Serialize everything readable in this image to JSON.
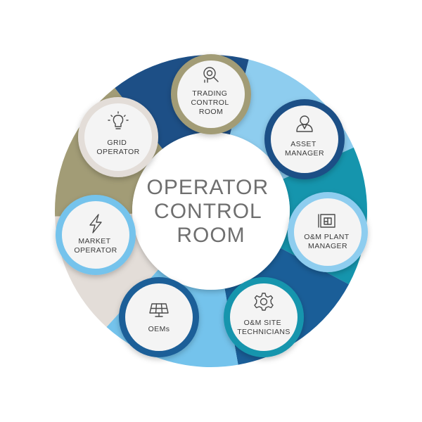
{
  "center": {
    "lines": [
      "OPERATOR",
      "CONTROL",
      "ROOM"
    ]
  },
  "nodes": [
    {
      "id": "trading-control-room",
      "icon": "dashboard-magnifier-icon",
      "lines": [
        "TRADING",
        "CONTROL",
        "ROOM"
      ],
      "color": "#a29c76"
    },
    {
      "id": "asset-manager",
      "icon": "person-icon",
      "lines": [
        "ASSET",
        "MANAGER"
      ],
      "color": "#1d4f86"
    },
    {
      "id": "om-plant-manager",
      "icon": "blueprint-icon",
      "lines": [
        "O&M PLANT",
        "MANAGER"
      ],
      "color": "#8ecdef"
    },
    {
      "id": "om-site-technicians",
      "icon": "gear-icon",
      "lines": [
        "O&M SITE",
        "TECHNICIANS"
      ],
      "color": "#1595ad"
    },
    {
      "id": "oems",
      "icon": "solar-panel-icon",
      "lines": [
        "OEMs"
      ],
      "color": "#1a5e98"
    },
    {
      "id": "market-operator",
      "icon": "lightning-icon",
      "lines": [
        "MARKET",
        "OPERATOR"
      ],
      "color": "#74c3ec"
    },
    {
      "id": "grid-operator",
      "icon": "lightbulb-icon",
      "lines": [
        "GRID",
        "OPERATOR"
      ],
      "color": "#e3ddd8"
    }
  ]
}
